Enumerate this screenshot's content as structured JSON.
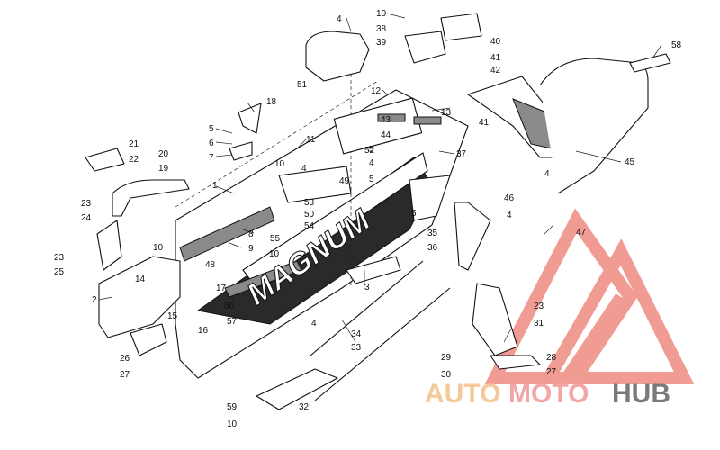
{
  "watermark": {
    "text_auto": "AUTO",
    "text_moto": "MOTO",
    "text_hub": "HUB",
    "color_auto": "#f5c89a",
    "color_moto": "#f2a6a6",
    "color_hub": "#7a7a7a",
    "logo_color": "#e74c3c"
  },
  "callouts": [
    "1",
    "2",
    "3",
    "4",
    "5",
    "6",
    "7",
    "8",
    "9",
    "10",
    "11",
    "12",
    "13",
    "14",
    "15",
    "16",
    "17",
    "18",
    "19",
    "20",
    "21",
    "22",
    "23",
    "24",
    "25",
    "26",
    "27",
    "28",
    "29",
    "30",
    "31",
    "32",
    "33",
    "34",
    "35",
    "36",
    "37",
    "38",
    "39",
    "40",
    "41",
    "42",
    "43",
    "44",
    "45",
    "46",
    "47",
    "48",
    "49",
    "50",
    "51",
    "52",
    "53",
    "54",
    "55",
    "56",
    "57",
    "58",
    "59"
  ],
  "decal_text": "MAGNUM"
}
